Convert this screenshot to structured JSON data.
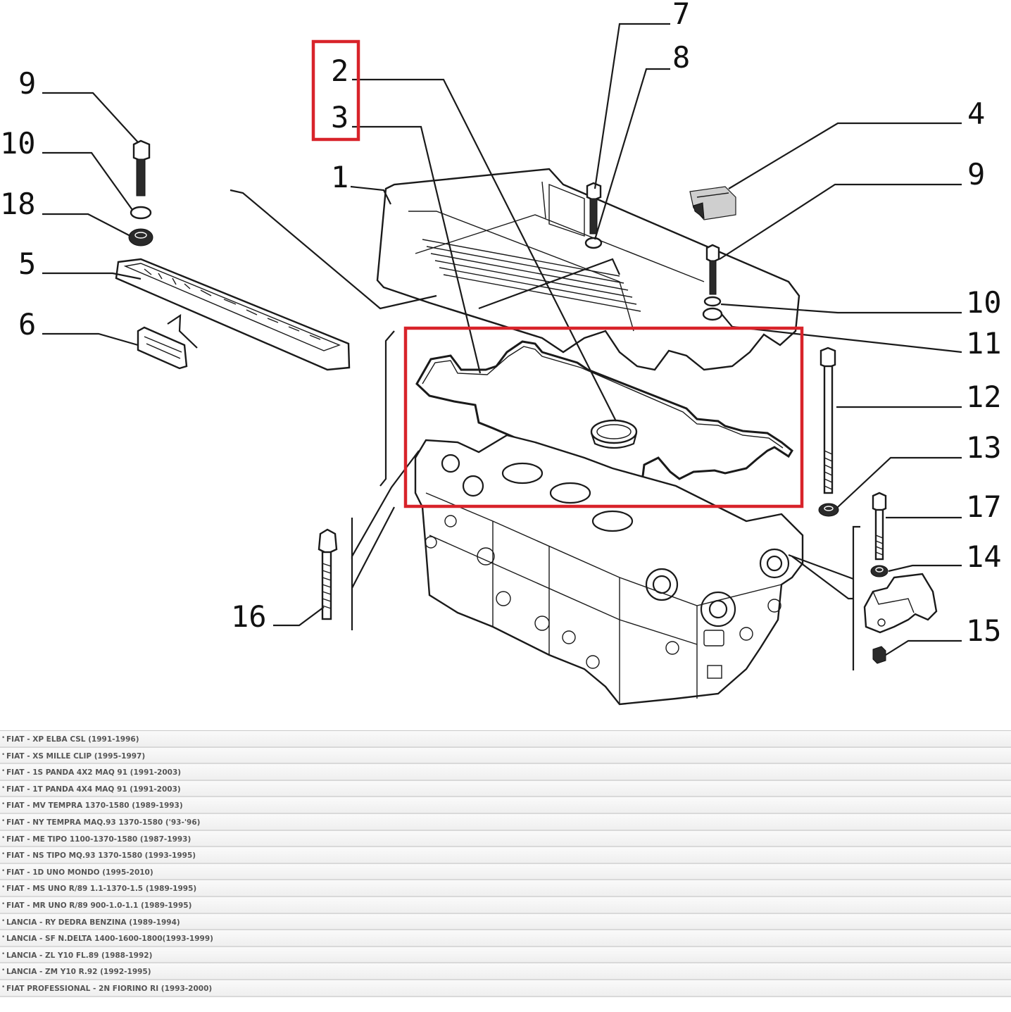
{
  "diagram": {
    "callouts": {
      "c2": "2",
      "c3": "3",
      "c1": "1",
      "c7": "7",
      "c8": "8",
      "c4": "4",
      "c9a": "9",
      "c9b": "9",
      "c10a": "10",
      "c10b": "10",
      "c18": "18",
      "c5": "5",
      "c6": "6",
      "c11": "11",
      "c12": "12",
      "c13": "13",
      "c17": "17",
      "c14": "14",
      "c15": "15",
      "c16": "16"
    },
    "highlight_color": "#d8232a"
  },
  "models": [
    "FIAT - XP ELBA CSL (1991-1996)",
    "FIAT - XS MILLE CLIP (1995-1997)",
    "FIAT - 1S PANDA 4X2 MAQ 91 (1991-2003)",
    "FIAT - 1T PANDA 4X4 MAQ 91 (1991-2003)",
    "FIAT - MV TEMPRA 1370-1580 (1989-1993)",
    "FIAT - NY TEMPRA MAQ.93 1370-1580 ('93-'96)",
    "FIAT - ME TIPO 1100-1370-1580 (1987-1993)",
    "FIAT - NS TIPO MQ.93 1370-1580 (1993-1995)",
    "FIAT - 1D UNO MONDO (1995-2010)",
    "FIAT - MS UNO R/89 1.1-1370-1.5 (1989-1995)",
    "FIAT - MR UNO R/89 900-1.0-1.1 (1989-1995)",
    "LANCIA - RY DEDRA BENZINA (1989-1994)",
    "LANCIA - SF N.DELTA 1400-1600-1800(1993-1999)",
    "LANCIA - ZL Y10 FL.89 (1988-1992)",
    "LANCIA - ZM Y10 R.92 (1992-1995)",
    "FIAT PROFESSIONAL - 2N FIORINO RI (1993-2000)"
  ]
}
